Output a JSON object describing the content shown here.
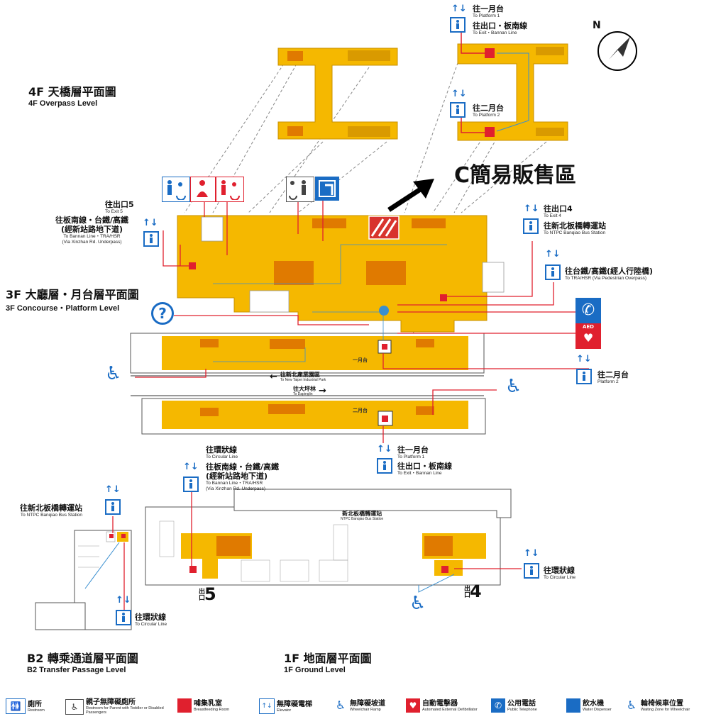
{
  "levels": {
    "overpass": {
      "zh": "4F  天橋層平面圖",
      "en": "4F   Overpass Level"
    },
    "concourse": {
      "zh": "3F  大廳層・月台層平面圖",
      "en": "3F   Concourse・Platform Level"
    },
    "transfer": {
      "zh": "B2  轉乘通道層平面圖",
      "en": "B2   Transfer Passage Level"
    },
    "ground": {
      "zh": "1F  地面層平面圖",
      "en": "1F   Ground Level"
    }
  },
  "callout": {
    "text": "C簡易販售區"
  },
  "compass": {
    "label": "N"
  },
  "overpass_labels": [
    {
      "zh": "往一月台",
      "en": "To Platform 1"
    },
    {
      "zh": "往出口・板南線",
      "en": "To Exit・Bannan Line"
    },
    {
      "zh": "往二月台",
      "en": "To Platform 2"
    }
  ],
  "concourse_labels": {
    "exit5_zh": "往出口5",
    "exit5_en": "To Exit 5",
    "bannan_zh": "往板南線・台鐵/高鐵",
    "bannan_zh2": "(經新站路地下道)",
    "bannan_en": "To Bannan Line・TRA/HSR",
    "bannan_en2": "(Via Xinzhan Rd. Underpass)",
    "exit4_zh": "往出口4",
    "exit4_en": "To Exit 4",
    "bus_zh": "往新北板橋轉運站",
    "bus_en": "To NTPC Banqiao Bus Station",
    "tra_zh": "往台鐵/高鐵(經人行陸橋)",
    "tra_en": "To TRA/HSR (Via Pedestrian Overpass)",
    "plat2_zh": "往二月台",
    "plat2_en": "Platform 2",
    "plat1_zh": "往一月台",
    "plat1_en": "To Platform 1",
    "exit_bannan_zh": "往出口・板南線",
    "exit_bannan_en": "To Exit・Bannan Line",
    "dir_park_zh": "往新北產業園區",
    "dir_park_en": "To New Taipei Industrial Park",
    "dir_daping_zh": "往大坪林",
    "dir_daping_en": "To Dapinglin",
    "platform1": "一月台",
    "platform2": "二月台"
  },
  "ground_labels": {
    "circ_zh": "往環狀線",
    "circ_en": "To Circular Line",
    "bannan_zh": "往板南線・台鐵/高鐵",
    "bannan_zh2": "(經新站路地下道)",
    "bannan_en": "To Bannan Line・TRA/HSR",
    "bannan_en2": "(Via Xinzhan Rd. Underpass)",
    "bus_station_zh": "新北板橋轉運站",
    "bus_station_en": "NTPC Banqiao Bus Station",
    "exit5": "5",
    "exit4": "4",
    "exit_char": "出口",
    "circ2_zh": "往環狀線",
    "circ2_en": "To Circular Line"
  },
  "transfer_labels": {
    "bus_zh": "往新北板橋轉運站",
    "bus_en": "To NTPC Banqiao Bus Station",
    "circ_zh": "往環狀線",
    "circ_en": "To Circular Line"
  },
  "legend": [
    {
      "icon": "restroom-icon",
      "zh": "廁所",
      "en": "Restroom"
    },
    {
      "icon": "family-restroom-icon",
      "zh": "親子無障礙廁所",
      "en": "Restroom for Parent with Toddler or Disabled Passengers"
    },
    {
      "icon": "breastfeeding-icon",
      "zh": "哺集乳室",
      "en": "Breastfeeding Room"
    },
    {
      "icon": "elevator-icon",
      "zh": "無障礙電梯",
      "en": "Elevator"
    },
    {
      "icon": "wheelchair-ramp-icon",
      "zh": "無障礙坡道",
      "en": "Wheelchair Ramp"
    },
    {
      "icon": "aed-icon",
      "zh": "自動電擊器",
      "en": "Automated External Defibrillator"
    },
    {
      "icon": "telephone-icon",
      "zh": "公用電話",
      "en": "Public Telephone"
    },
    {
      "icon": "water-dispenser-icon",
      "zh": "飲水機",
      "en": "Water Dispenser"
    },
    {
      "icon": "wheelchair-waiting-icon",
      "zh": "輪椅候車位置",
      "en": "Waiting Zone for Wheelchair"
    }
  ],
  "colors": {
    "floor": "#f5b800",
    "route": "#e0202e",
    "icon_blue": "#1a6cc4",
    "dark_yellow": "#d99a00"
  }
}
